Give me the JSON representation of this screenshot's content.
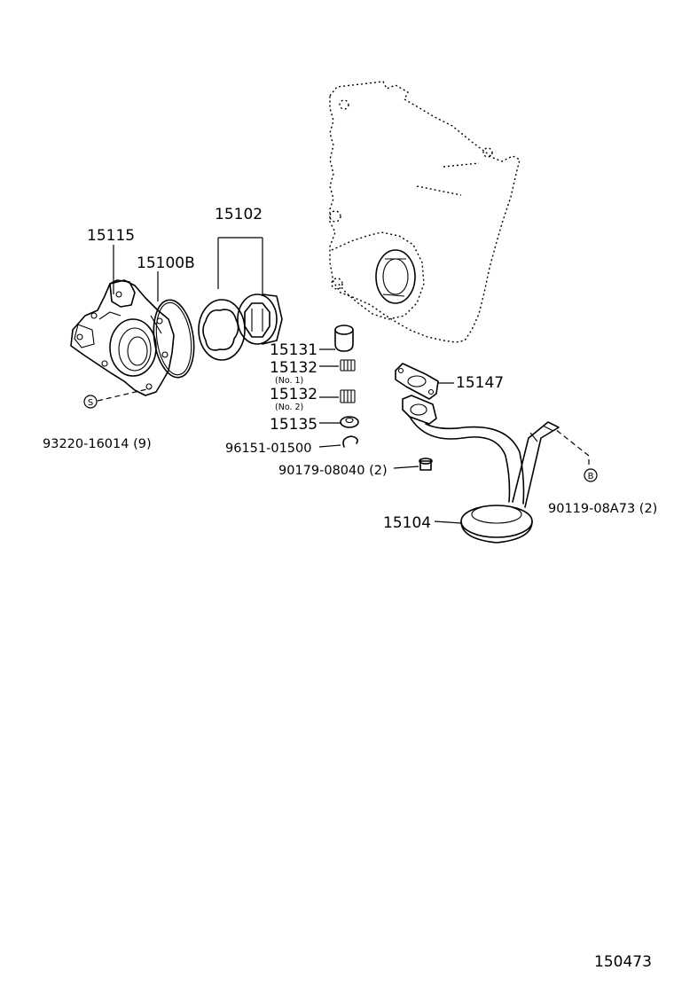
{
  "callouts": {
    "c15102": "15102",
    "c15115": "15115",
    "c15100b": "15100B",
    "c15131": "15131",
    "c15132a": "15132",
    "c15132a_note": "(No. 1)",
    "c15132b": "15132",
    "c15132b_note": "(No. 2)",
    "c15135": "15135",
    "c96151": "96151-01500",
    "c90179": "90179-08040 (2)",
    "c15147": "15147",
    "c15104": "15104",
    "c93220": "93220-16014 (9)",
    "c90119": "90119-08A73 (2)"
  },
  "symbols": {
    "s_mark": "S",
    "b_mark": "B"
  },
  "figure_number": "150473"
}
